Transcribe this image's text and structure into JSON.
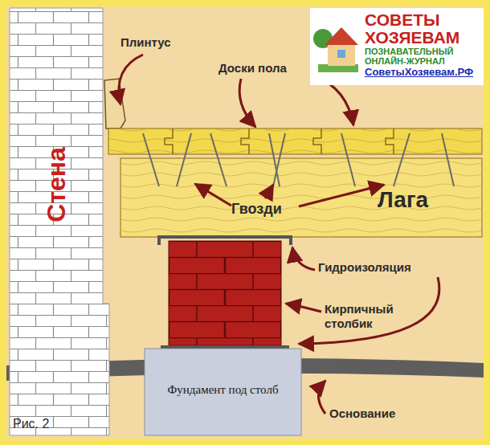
{
  "diagram": {
    "nodes": [
      {
        "text": [
          "СОВЕТЫ ХОЗЯЕВАМ",
          "ПОЗНАВАТЕЛЬНЫЙ ОНЛАЙН-ЖУРНАЛ",
          "СоветыХозяевам.РФ"
        ]
      },
      {
        "text": [
          "Стена"
        ]
      },
      {
        "text": [
          "Лага"
        ]
      },
      {
        "text": [
          "Фундамент под столб"
        ]
      }
    ],
    "labels": [
      "Плинтус",
      "Доски пола",
      "Гвозди",
      "Гидроизоляция",
      "Кирпичный столбик",
      "Основание",
      "Рис. 2"
    ]
  }
}
